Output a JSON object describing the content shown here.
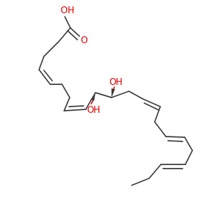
{
  "molecule": {
    "atoms": {
      "carboxyl_oxygen_hydroxyl": "O",
      "carboxyl_hydroxyl_hydrogen": "H",
      "carboxyl_oxygen_carbonyl": "O",
      "hydroxyl_upper_oxygen": "O",
      "hydroxyl_upper_hydrogen": "H",
      "hydroxyl_lower_oxygen": "O",
      "hydroxyl_lower_hydrogen": "H"
    },
    "colors": {
      "bond": "#3a3a3a",
      "heteroatom": "#e00000",
      "background": "#ffffff"
    }
  }
}
